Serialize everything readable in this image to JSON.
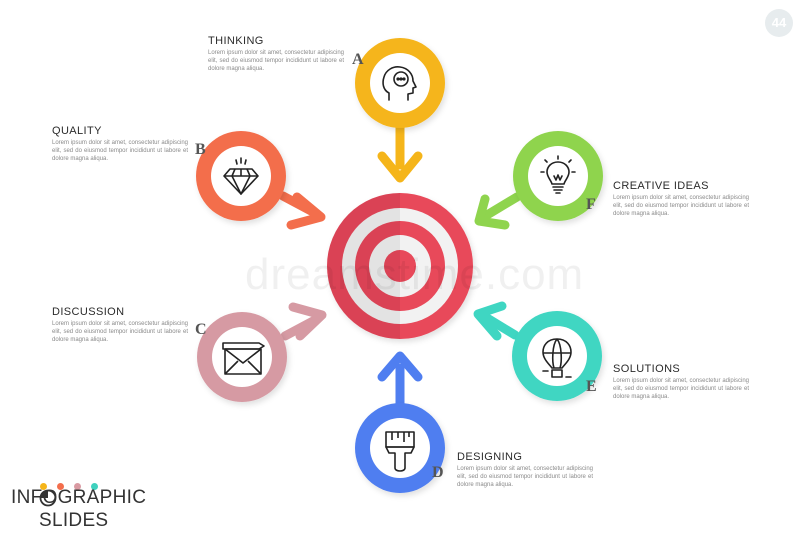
{
  "page_number": "44",
  "watermark": "dreamstime.com",
  "logo": {
    "line1": "INFOGRAPHIC",
    "line2": "SLIDES",
    "dot_colors": [
      "#f5b51a",
      "#f36e4c",
      "#d99aa2",
      "#3fd1be"
    ]
  },
  "center": {
    "name": "target",
    "colors": {
      "ring": "#e8485a",
      "light": "#f2f2f2"
    }
  },
  "items": [
    {
      "key": "thinking",
      "letter": "A",
      "title": "THINKING",
      "icon": "head-icon",
      "color": "#f5b51a",
      "text": "Lorem ipsum dolor sit amet, consectetur adipiscing elit, sed do eiusmod tempor incididunt ut labore et dolore magna aliqua."
    },
    {
      "key": "quality",
      "letter": "B",
      "title": "QUALITY",
      "icon": "diamond-icon",
      "color": "#f36e4c",
      "text": "Lorem ipsum dolor sit amet, consectetur adipiscing elit, sed do eiusmod tempor incididunt ut labore et dolore magna aliqua."
    },
    {
      "key": "discussion",
      "letter": "C",
      "title": "DISCUSSION",
      "icon": "envelope-icon",
      "color": "#d69aa3",
      "text": "Lorem ipsum dolor sit amet, consectetur adipiscing elit, sed do eiusmod tempor incididunt ut labore et dolore magna aliqua."
    },
    {
      "key": "designing",
      "letter": "D",
      "title": "DESIGNING",
      "icon": "brush-icon",
      "color": "#4f7ef0",
      "text": "Lorem ipsum dolor sit amet, consectetur adipiscing elit, sed do eiusmod tempor incididunt ut labore et dolore magna aliqua."
    },
    {
      "key": "solutions",
      "letter": "E",
      "title": "SOLUTIONS",
      "icon": "balloon-icon",
      "color": "#3fd6c2",
      "text": "Lorem ipsum dolor sit amet, consectetur adipiscing elit, sed do eiusmod tempor incididunt ut labore et dolore magna aliqua."
    },
    {
      "key": "creative-ideas",
      "letter": "F",
      "title": "CREATIVE IDEAS",
      "icon": "lightbulb-icon",
      "color": "#8fd44e",
      "text": "Lorem ipsum dolor sit amet, consectetur adipiscing elit, sed do eiusmod tempor incididunt ut labore et dolore magna aliqua."
    }
  ]
}
